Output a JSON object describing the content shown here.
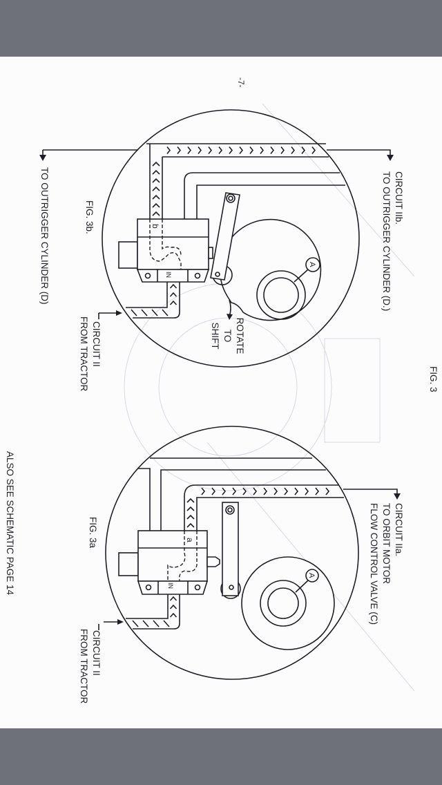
{
  "page_number": "-7-",
  "figure_title": "FIG. 3",
  "fig3b": {
    "caption": "FIG. 3b.",
    "circuit_label": "CIRCUIT IIb.",
    "circuit_dest": "TO OUTRIGGER CYLINDER (D.)",
    "lower_dest": "TO OUTRIGGER CYLINDER (D)",
    "input_line1": "CIRCUIT II",
    "input_line2": "FROM TRACTOR",
    "rotate_line1": "ROTATE",
    "rotate_line2": "TO",
    "rotate_line3": "SHIFT",
    "port_label": "b",
    "in_label": "IN",
    "cam_label": "A"
  },
  "fig3a": {
    "caption": "FIG. 3a",
    "circuit_label": "CIRCUIT IIa.",
    "circuit_dest_line1": "TO ORBIT MOTOR",
    "circuit_dest_line2": "FLOW CONTROL VALVE (C)",
    "input_line1": "CIRCUIT II",
    "input_line2": "FROM TRACTOR",
    "port_label": "a",
    "in_label": "IN",
    "cam_label": "A"
  },
  "footer_note": "ALSO SEE SCHEMATIC PAGE 14",
  "colors": {
    "viewer_bar": "#6e717a",
    "paper": "#fdfcfd",
    "ink": "#1e1e26"
  }
}
